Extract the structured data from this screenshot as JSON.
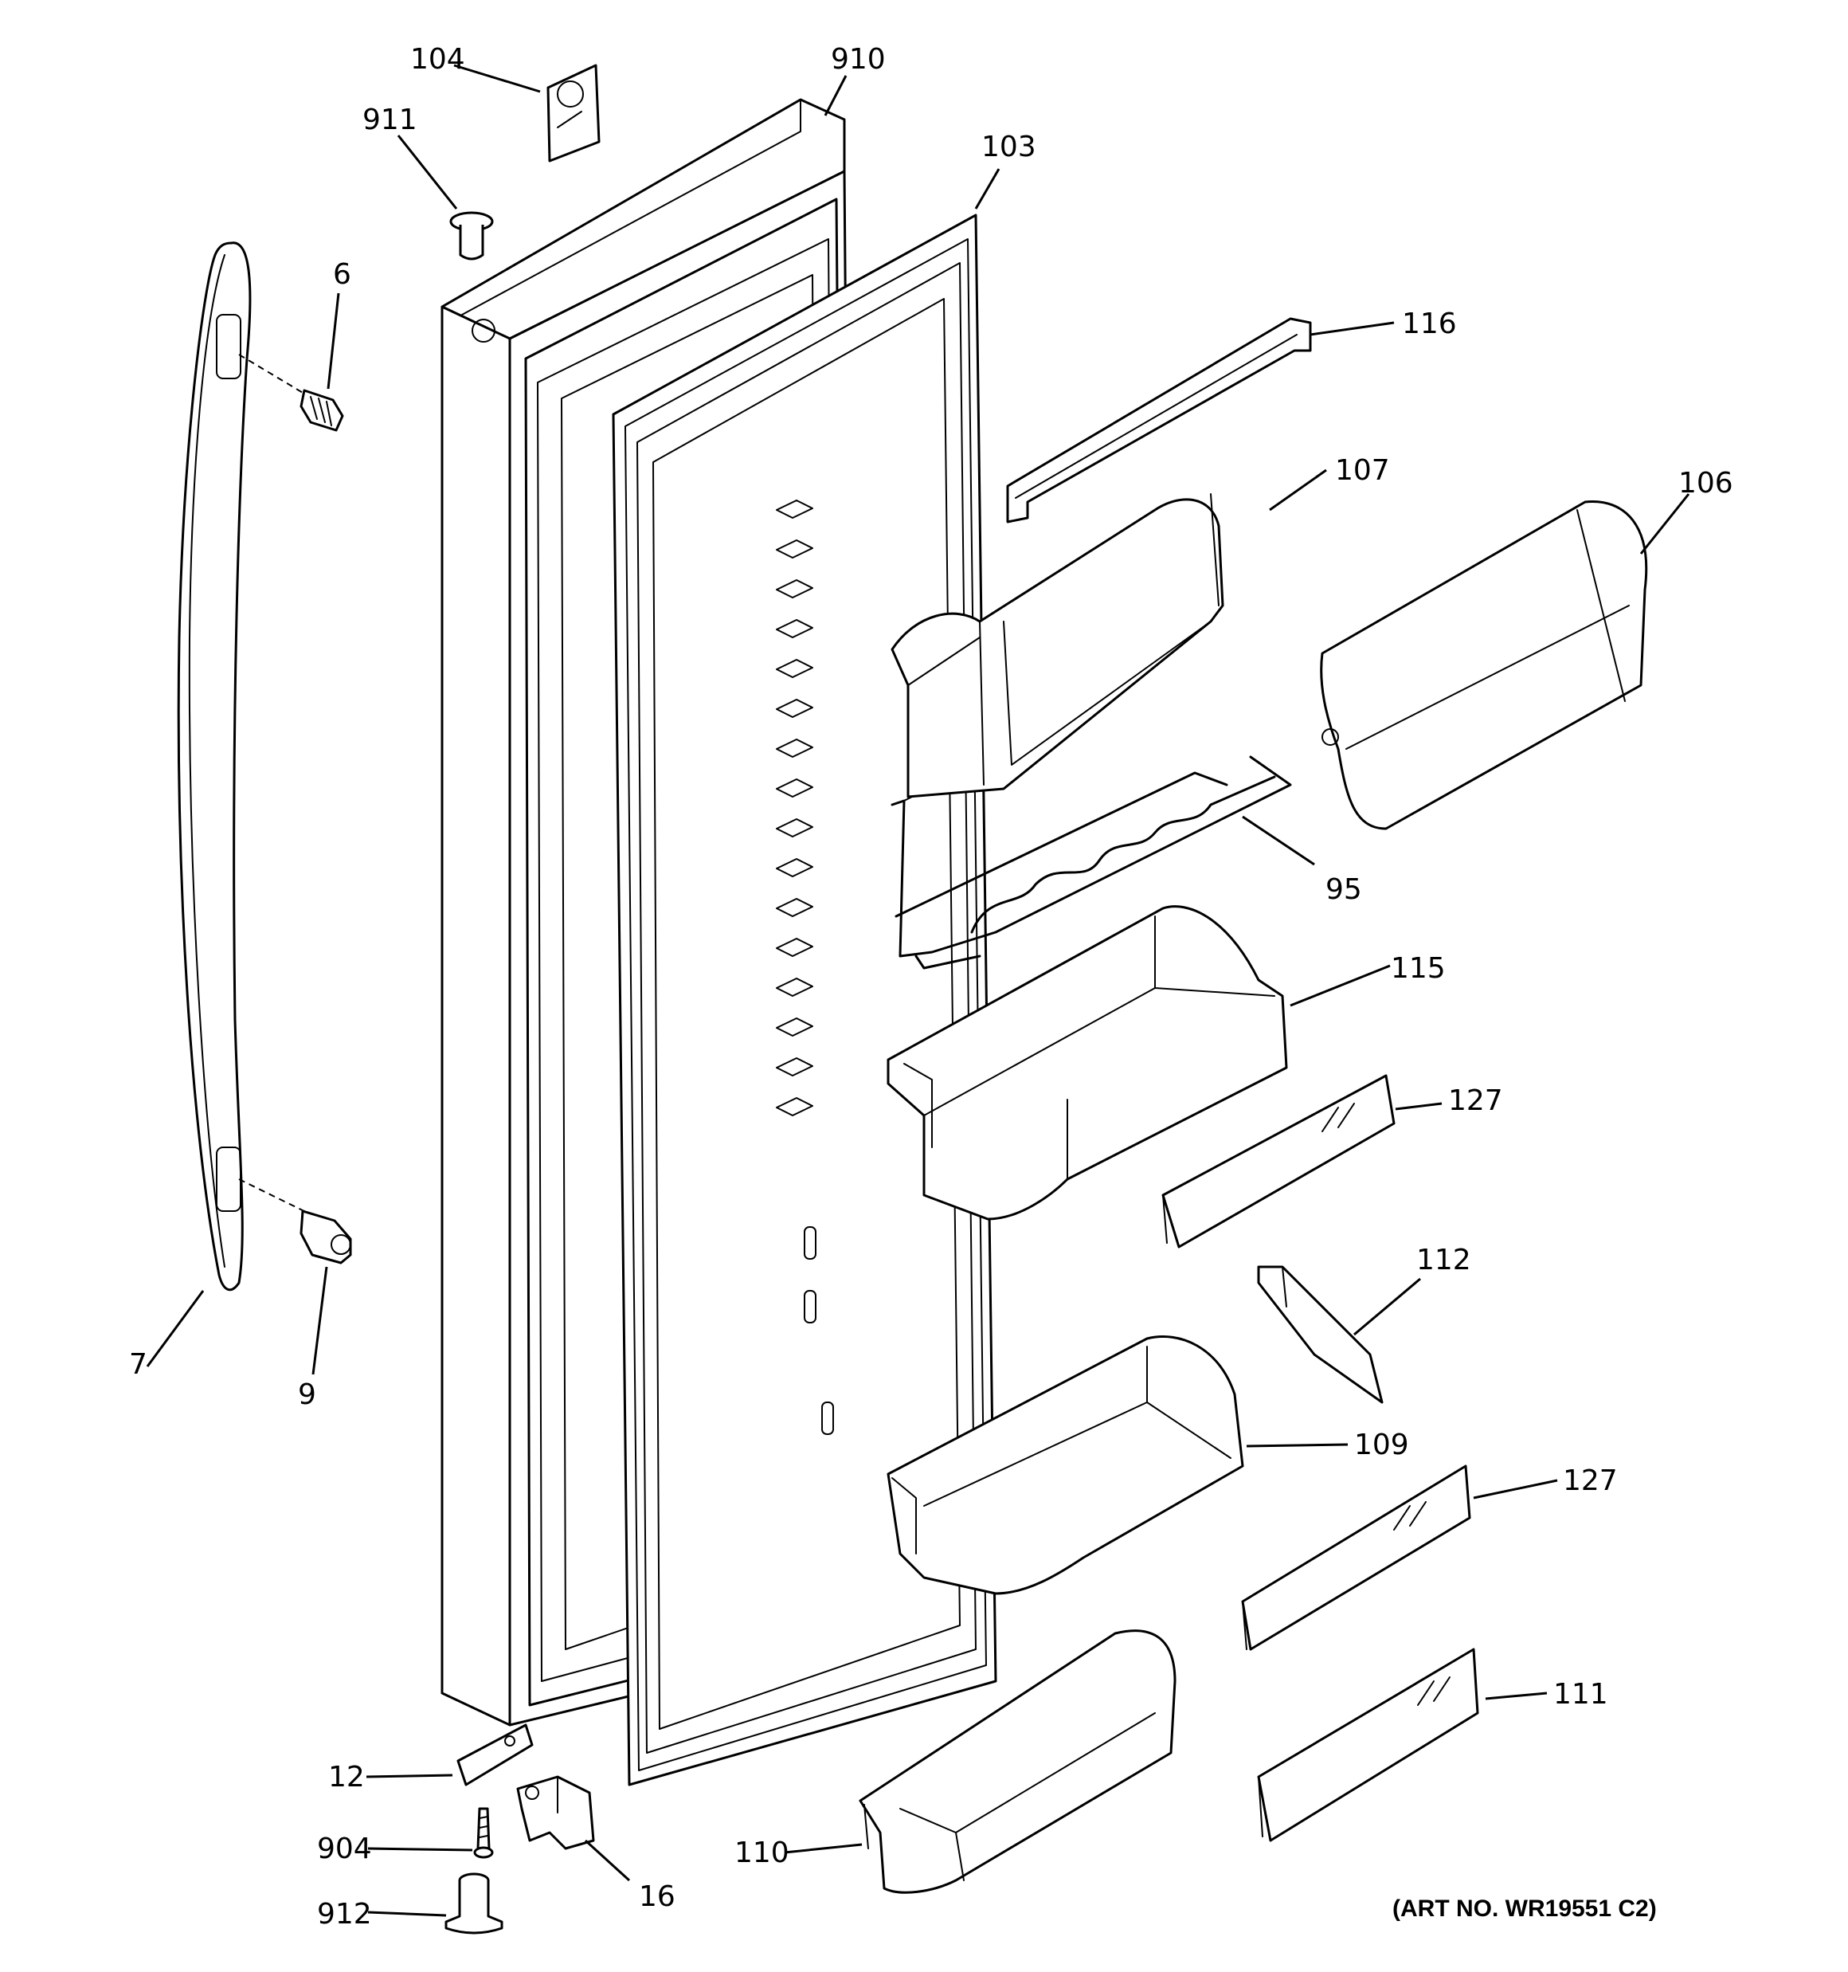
{
  "callouts": {
    "c104": "104",
    "c910": "910",
    "c911": "911",
    "c103": "103",
    "c6": "6",
    "c116": "116",
    "c107": "107",
    "c106": "106",
    "c95": "95",
    "c115": "115",
    "c127a": "127",
    "c112": "112",
    "c7": "7",
    "c9": "9",
    "c109": "109",
    "c127b": "127",
    "c111": "111",
    "c12": "12",
    "c904": "904",
    "c16": "16",
    "c110": "110",
    "c912": "912"
  },
  "art_number": "(ART NO. WR19551 C2)"
}
